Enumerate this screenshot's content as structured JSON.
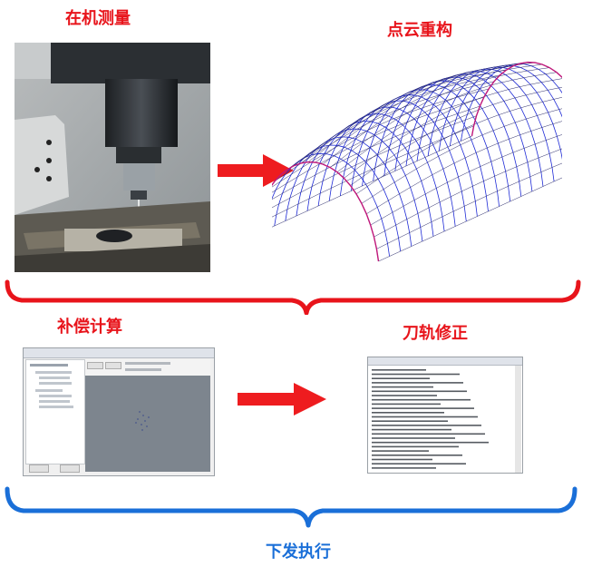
{
  "labels": {
    "measure": "在机测量",
    "reconstruct": "点云重构",
    "compensate": "补偿计算",
    "toolpath": "刀轨修正",
    "execute": "下发执行"
  },
  "colors": {
    "red": "#e8141b",
    "blue": "#1a6fd8"
  }
}
